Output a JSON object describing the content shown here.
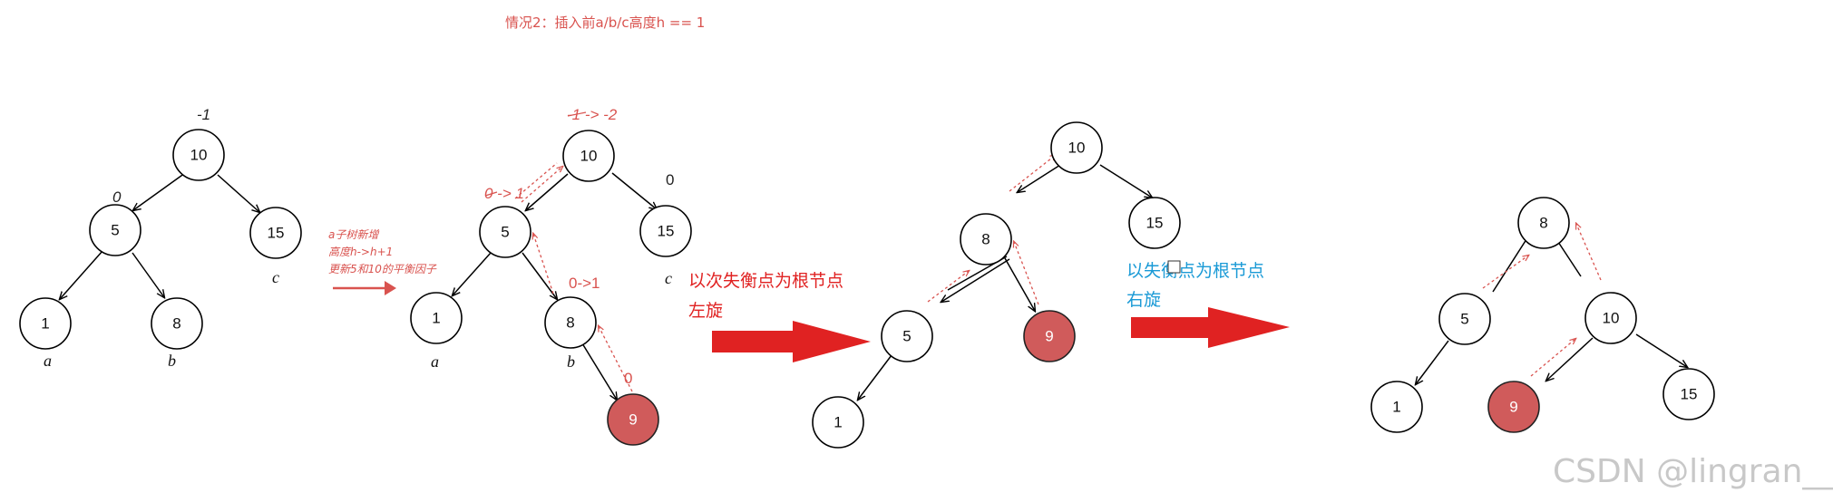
{
  "title": "情况2：插入前a/b/c高度h == 1",
  "step_note": [
    "a子树新增",
    "高度h->h+1",
    "更新5和10的平衡因子"
  ],
  "captions": {
    "left_rotate": [
      "以次失衡点为根节点",
      "左旋"
    ],
    "right_rotate": [
      "以失衡点为根节点",
      "右旋"
    ]
  },
  "watermark": "CSDN @lingran__",
  "colors": {
    "annotation": "#d9534f",
    "highlight_node": "#d05b5b",
    "arrow": "#e02222",
    "blue_caption": "#1a9ad6"
  },
  "trees": [
    {
      "nodes": [
        "10",
        "5",
        "15",
        "1",
        "8"
      ],
      "balance_factors": [
        "-1",
        "0"
      ],
      "subtree_labels": [
        "a",
        "b",
        "c"
      ]
    },
    {
      "nodes": [
        "10",
        "5",
        "15",
        "1",
        "8",
        "9"
      ],
      "balance_factors": [
        "-1 -> -2",
        "0",
        "0 -> 1",
        "0->1",
        "0"
      ],
      "subtree_labels": [
        "a",
        "b",
        "c"
      ]
    },
    {
      "nodes": [
        "10",
        "8",
        "15",
        "5",
        "9",
        "1"
      ]
    },
    {
      "nodes": [
        "8",
        "5",
        "10",
        "1",
        "9",
        "15"
      ]
    }
  ]
}
